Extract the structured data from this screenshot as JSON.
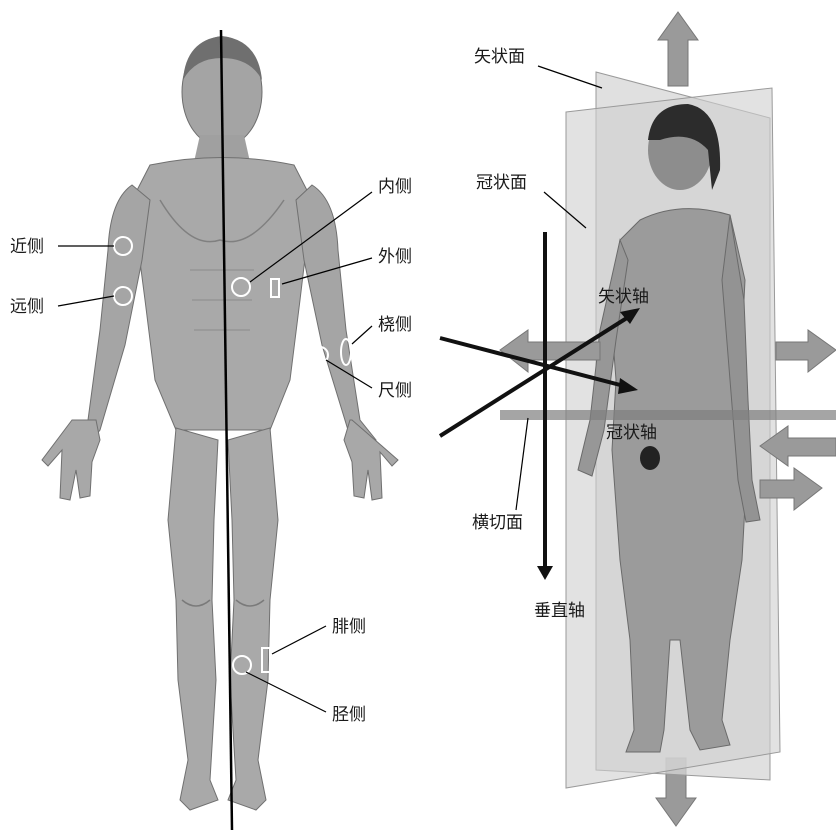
{
  "left_figure": {
    "labels": {
      "proximal": "近侧",
      "distal": "远侧",
      "medial": "内侧",
      "lateral": "外侧",
      "radial": "桡侧",
      "ulnar": "尺侧",
      "fibular": "腓侧",
      "tibial": "胫侧"
    }
  },
  "right_figure": {
    "labels": {
      "sagittal_plane": "矢状面",
      "coronal_plane": "冠状面",
      "sagittal_axis": "矢状轴",
      "coronal_axis": "冠状轴",
      "transverse_plane": "横切面",
      "vertical_axis": "垂直轴"
    }
  },
  "colors": {
    "figure_fill": "#a9a9a9",
    "figure_dark": "#7d7d7d",
    "plane_fill": "#d3d3d3",
    "axis": "#111111",
    "arrow_gray": "#9a9a9a"
  }
}
